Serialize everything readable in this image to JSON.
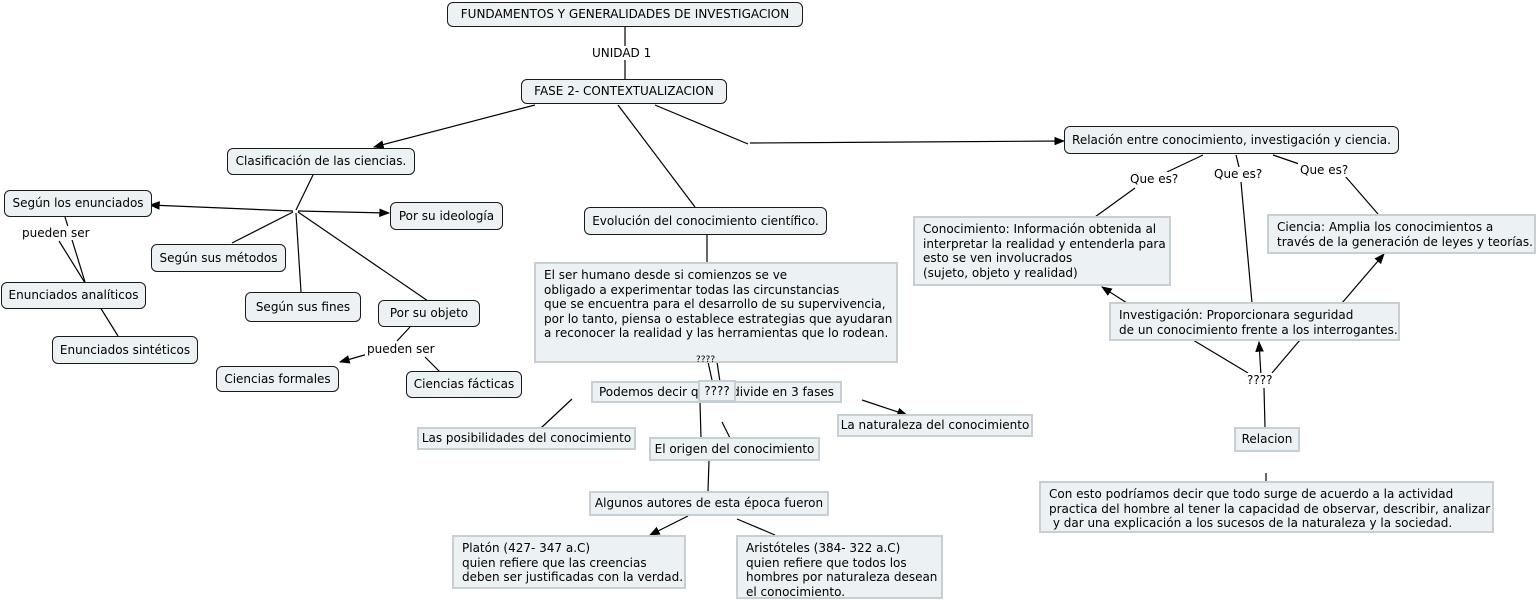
{
  "nodes": {
    "root": "FUNDAMENTOS Y GENERALIDADES DE INVESTIGACION",
    "fase2": "FASE 2- CONTEXTUALIZACION",
    "clasificacion": "Clasificación de las ciencias.",
    "segun_enunciados": "Según los enunciados",
    "por_ideologia": "Por su ideología",
    "segun_metodos": "Según sus métodos",
    "segun_fines": "Según sus fines",
    "por_objeto": "Por su objeto",
    "enunciados_analiticos": "Enunciados analíticos",
    "enunciados_sinteticos": "Enunciados sintéticos",
    "ciencias_formales": "Ciencias formales",
    "ciencias_facticas": "Ciencias fácticas",
    "evolucion": "Evolución del conocimiento científico.",
    "ser_humano": "El ser humano desde si comienzos se ve\nobligado a experimentar todas las circunstancias\nque se encuentra para el desarrollo de su supervivencia,\npor lo tanto, piensa o establece estrategias que ayudaran\na reconocer la realidad y las herramientas que lo rodean.",
    "podemos_decir": "Podemos decir q",
    "podemos_decir_tail": "divide en 3 fases",
    "posibilidades": "Las posibilidades del conocimiento",
    "origen": "El origen del conocimiento",
    "naturaleza": "La naturaleza del conocimiento",
    "autores": "Algunos autores de esta época fueron",
    "platon": "Platón (427- 347 a.C)\nquien refiere que las creencias\ndeben ser justificadas con la verdad.",
    "aristoteles": "Aristóteles (384- 322 a.C)\nquien refiere que todos los\nhombres por naturaleza desean\nel conocimiento.",
    "relacion_ppal": "Relación entre conocimiento, investigación y ciencia.",
    "conocimiento": "Conocimiento: Información obtenida al\ninterpretar la realidad y entenderla para\nesto se ven involucrados\n(sujeto, objeto y realidad)",
    "ciencia": "Ciencia: Amplia los conocimientos a\ntravés de la generación de leyes y teorías.",
    "investigacion": "Investigación: Proporcionara seguridad\nde un conocimiento frente a los interrogantes.",
    "relacion": "Relacion",
    "con_esto": "Con esto podríamos decir que todo surge de acuerdo a la actividad\npractica del hombre al tener la capacidad de observar, describir, analizar\n y dar una explicación a los sucesos de la naturaleza y la sociedad."
  },
  "labels": {
    "unidad1": "UNIDAD 1",
    "pueden_ser_1": "pueden ser",
    "pueden_ser_2": "pueden ser",
    "interrog_1": "????",
    "interrog_2": "????",
    "interrog_3": "????",
    "que_es_1": "Que es?",
    "que_es_2": "Que es?",
    "que_es_3": "Que es?"
  },
  "colors": {
    "node_fill": "#ecf2f4",
    "node_border": "#1a1a1a",
    "text_box_border": "#c8cfd2",
    "line": "#000000"
  }
}
